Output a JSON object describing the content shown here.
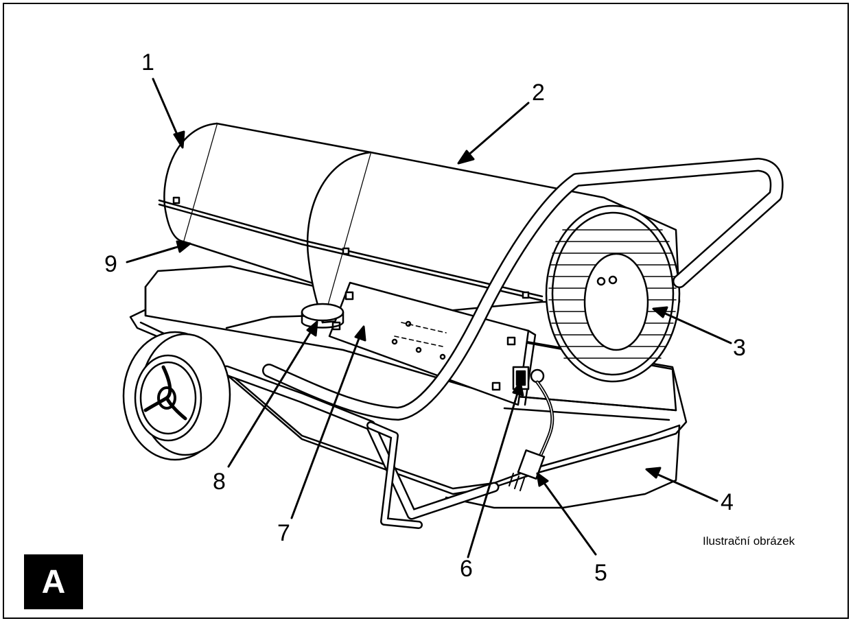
{
  "figure": {
    "callouts": [
      {
        "id": "c1",
        "text": "1"
      },
      {
        "id": "c2",
        "text": "2"
      },
      {
        "id": "c3",
        "text": "3"
      },
      {
        "id": "c4",
        "text": "4"
      },
      {
        "id": "c5",
        "text": "5"
      },
      {
        "id": "c6",
        "text": "6"
      },
      {
        "id": "c7",
        "text": "7"
      },
      {
        "id": "c8",
        "text": "8"
      },
      {
        "id": "c9",
        "text": "9"
      }
    ],
    "badge": "A",
    "caption": "Ilustrační obrázek"
  }
}
